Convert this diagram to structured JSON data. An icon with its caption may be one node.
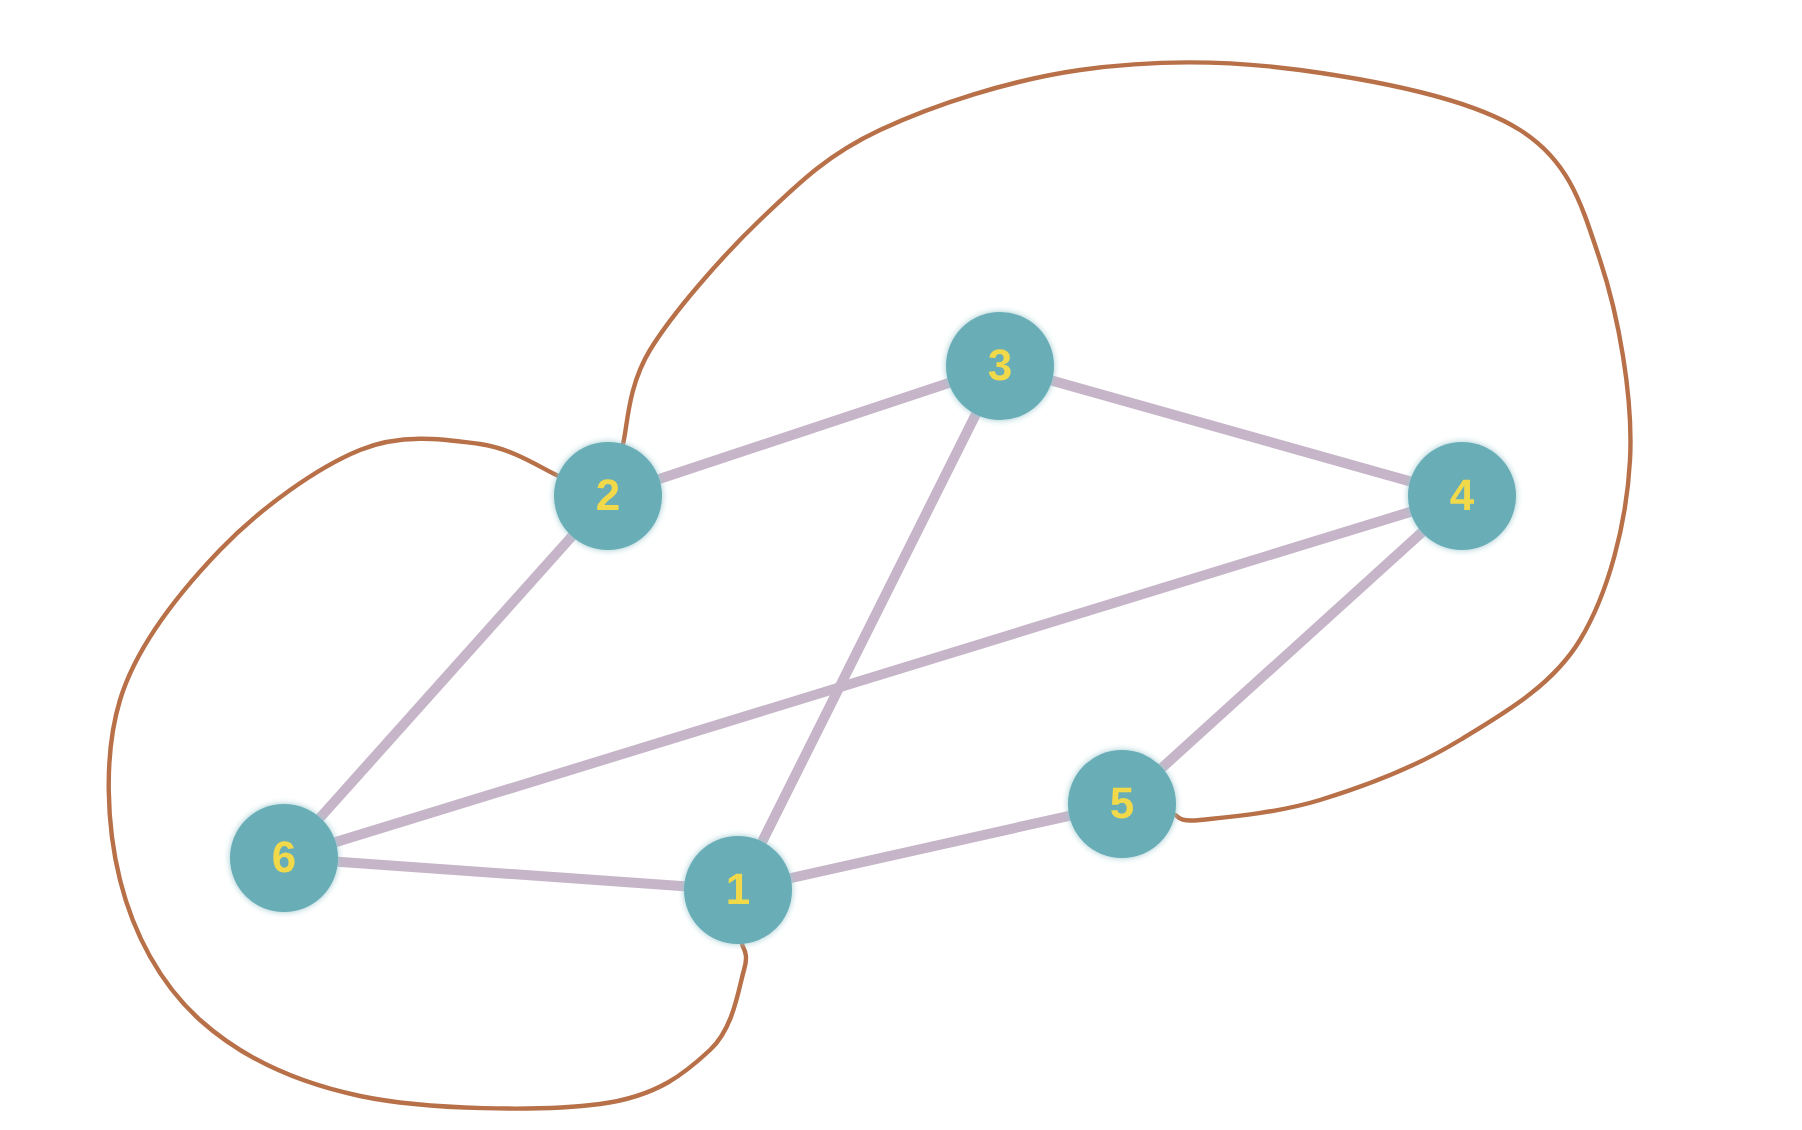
{
  "diagram": {
    "nodes": [
      {
        "text": [
          "3"
        ]
      },
      {
        "text": [
          "2"
        ]
      },
      {
        "text": [
          "4"
        ]
      },
      {
        "text": [
          "5"
        ]
      },
      {
        "text": [
          "6"
        ]
      },
      {
        "text": [
          "1"
        ]
      }
    ],
    "edges": [
      {
        "from": 1,
        "to": 0,
        "arrow": "none"
      },
      {
        "from": 0,
        "to": 2,
        "arrow": "none"
      },
      {
        "from": 1,
        "to": 4,
        "arrow": "none"
      },
      {
        "from": 0,
        "to": 5,
        "arrow": "none"
      },
      {
        "from": 4,
        "to": 2,
        "arrow": "none"
      },
      {
        "from": 4,
        "to": 5,
        "arrow": "none"
      },
      {
        "from": 5,
        "to": 3,
        "arrow": "none"
      },
      {
        "from": 3,
        "to": 2,
        "arrow": "none"
      },
      {
        "from": 1,
        "to": 5,
        "arrow": "none",
        "color": "#b87048"
      },
      {
        "from": 1,
        "to": 3,
        "arrow": "none",
        "color": "#b87048"
      }
    ]
  }
}
